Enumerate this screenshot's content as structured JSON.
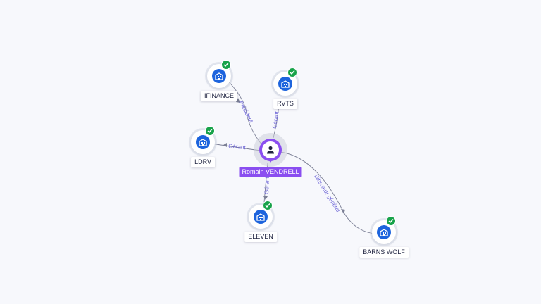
{
  "graph": {
    "center": {
      "label": "Romain VENDRELL",
      "icon": "person-icon"
    },
    "companies": [
      {
        "key": "ifinance",
        "label": "IFINANCE",
        "icon": "company-building-icon",
        "verified": true
      },
      {
        "key": "rvts",
        "label": "RVTS",
        "icon": "company-building-icon",
        "verified": true
      },
      {
        "key": "ldrv",
        "label": "LDRV",
        "icon": "company-building-icon",
        "verified": true
      },
      {
        "key": "eleven",
        "label": "ELEVEN",
        "icon": "company-building-icon",
        "verified": true
      },
      {
        "key": "barns",
        "label": "BARNS WOLF",
        "icon": "company-building-icon",
        "verified": true
      }
    ],
    "edges": [
      {
        "to": "ifinance",
        "label": "Président"
      },
      {
        "to": "rvts",
        "label": "Gérant"
      },
      {
        "to": "ldrv",
        "label": "Gérant"
      },
      {
        "to": "eleven",
        "label": "Gérant"
      },
      {
        "to": "barns",
        "label": "Directeur général"
      }
    ]
  },
  "colors": {
    "person_accent": "#8a4ef0",
    "company_icon": "#1d64dd",
    "verified_badge": "#18a34a",
    "edge_label": "#6b63d6",
    "background": "#f7f8fc"
  }
}
